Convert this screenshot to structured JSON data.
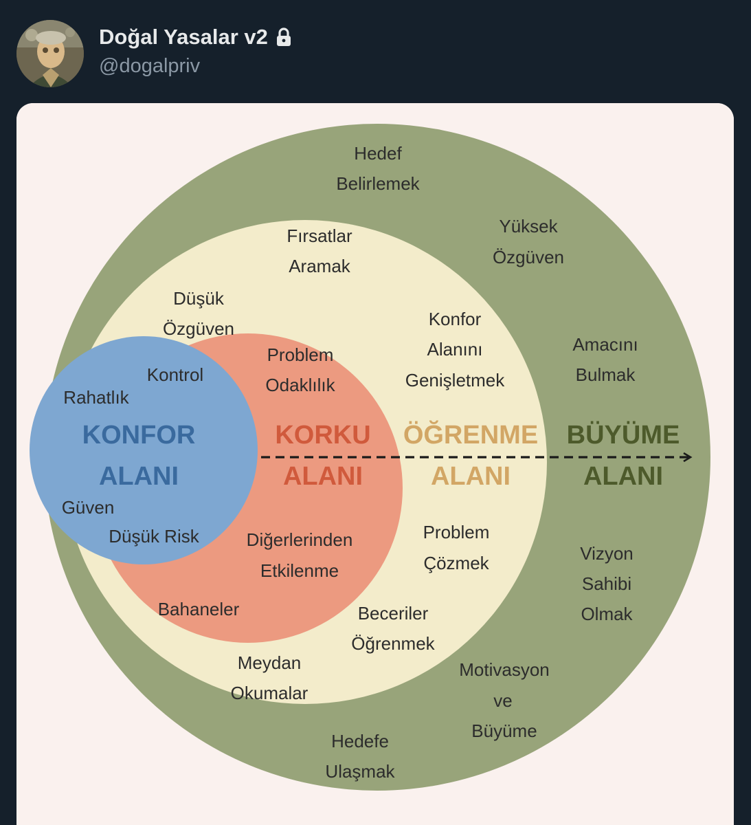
{
  "post": {
    "display_name": "Doğal Yasalar v2",
    "handle": "@dogalpriv",
    "avatar_icon": "user-avatar",
    "lock_icon": "lock-icon"
  },
  "diagram": {
    "colors": {
      "growth": "#98a47a",
      "learning": "#f3eccb",
      "fear": "#ec9a80",
      "comfort": "#7ea7d1",
      "background": "#faf1ee"
    },
    "zones": {
      "comfort": {
        "line1": "KONFOR",
        "line2": "ALANI",
        "color": "#3a6a9e"
      },
      "fear": {
        "line1": "KORKU",
        "line2": "ALANI",
        "color": "#d05a3c"
      },
      "learning": {
        "line1": "ÖĞRENME",
        "line2": "ALANI",
        "color": "#d2a665"
      },
      "growth": {
        "line1": "BÜYÜME",
        "line2": "ALANI",
        "color": "#4d5a2b"
      }
    },
    "comfort_labels": {
      "rahatlik": "Rahatlık",
      "guven": "Güven",
      "dusuk_risk": "Düşük Risk"
    },
    "fear_labels": {
      "dusuk": "Düşük",
      "ozguven": "Özgüven",
      "kontrol": "Kontrol",
      "problem": "Problem",
      "odaklilik": "Odaklılık",
      "digerlerinden": "Diğerlerinden",
      "etkilenme": "Etkilenme",
      "bahaneler": "Bahaneler"
    },
    "learning_labels": {
      "firsatlar": "Fırsatlar",
      "aramak": "Aramak",
      "konfor": "Konfor",
      "alanini": "Alanını",
      "genisletmek": "Genişletmek",
      "problem": "Problem",
      "cozmek": "Çözmek",
      "beceriler": "Beceriler",
      "ogrenmek": "Öğrenmek",
      "meydan": "Meydan",
      "okumalar": "Okumalar"
    },
    "growth_labels": {
      "hedef": "Hedef",
      "belirlemek": "Belirlemek",
      "yuksek": "Yüksek",
      "ozguven": "Özgüven",
      "amacini": "Amacını",
      "bulmak": "Bulmak",
      "vizyon": "Vizyon",
      "sahibi": "Sahibi",
      "olmak": "Olmak",
      "motivasyon": "Motivasyon",
      "ve": "ve",
      "buyume": "Büyüme",
      "hedefe": "Hedefe",
      "ulasmak": "Ulaşmak"
    }
  }
}
